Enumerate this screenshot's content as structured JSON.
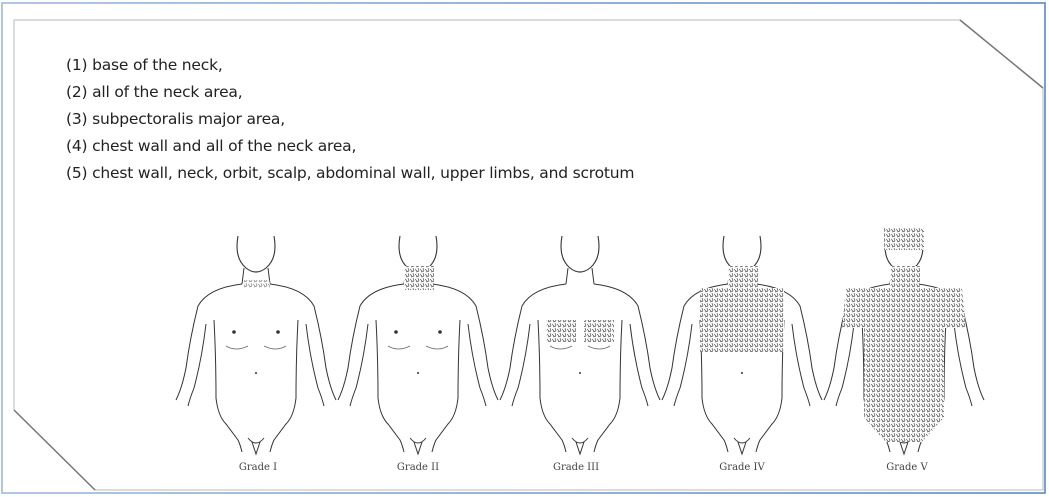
{
  "list_items": [
    "(1) base of the neck,",
    "(2) all of the neck area,",
    "(3) subpectoralis major area,",
    "(4) chest wall and all of the neck area,",
    "(5) chest wall, neck, orbit, scalp, abdominal wall, upper limbs, and scrotum"
  ],
  "grades": [
    "Grade I",
    "Grade II",
    "Grade III",
    "Grade IV",
    "Grade V"
  ],
  "colors": {
    "frame_border": "#5b8fc7",
    "hair": "#555555"
  }
}
